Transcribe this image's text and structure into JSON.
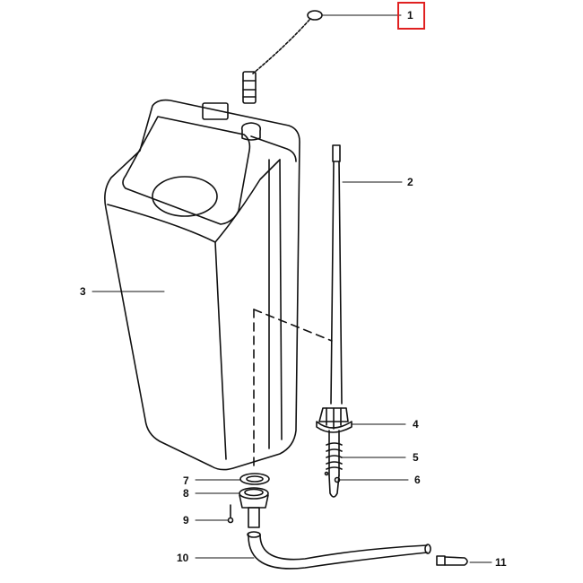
{
  "diagram": {
    "callouts": [
      {
        "id": "1",
        "label": "1",
        "highlighted": true
      },
      {
        "id": "2",
        "label": "2"
      },
      {
        "id": "3",
        "label": "3"
      },
      {
        "id": "4",
        "label": "4"
      },
      {
        "id": "5",
        "label": "5"
      },
      {
        "id": "6",
        "label": "6"
      },
      {
        "id": "7",
        "label": "7"
      },
      {
        "id": "8",
        "label": "8"
      },
      {
        "id": "9",
        "label": "9"
      },
      {
        "id": "10",
        "label": "10"
      },
      {
        "id": "11",
        "label": "11"
      }
    ],
    "highlight_color": "#e02020"
  }
}
